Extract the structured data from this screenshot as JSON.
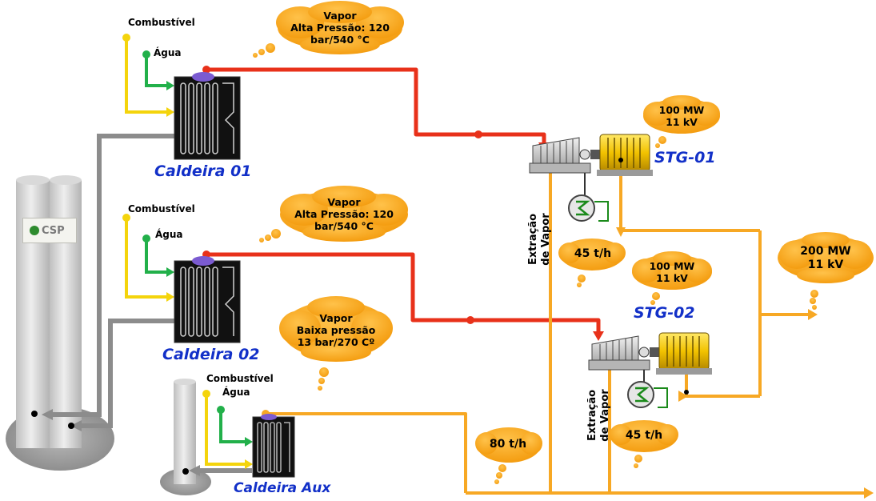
{
  "logo": {
    "text": "CSP"
  },
  "caldeira_01": {
    "name": "Caldeira 01",
    "combustivel": "Combustível",
    "agua": "Água",
    "steam": [
      "Vapor",
      "Alta Pressão: 120",
      "bar/540 °C"
    ]
  },
  "caldeira_02": {
    "name": "Caldeira 02",
    "combustivel": "Combustível",
    "agua": "Água",
    "steam": [
      "Vapor",
      "Alta Pressão: 120",
      "bar/540 °C"
    ]
  },
  "caldeira_aux": {
    "name": "Caldeira Aux",
    "combustivel": "Combustível",
    "agua": "Água",
    "steam": [
      "Vapor",
      "Baixa pressão",
      "13 bar/270 Cº"
    ]
  },
  "stg01": {
    "name": "STG-01",
    "power": [
      "100 MW",
      "11 kV"
    ],
    "extraction": [
      "Extração",
      "de Vapor"
    ],
    "flow": "45 t/h"
  },
  "stg02": {
    "name": "STG-02",
    "power": [
      "100 MW",
      "11 kV"
    ],
    "extraction": [
      "Extração",
      "de Vapor"
    ],
    "flow": "45 t/h"
  },
  "total_power": [
    "200 MW",
    "11 kV"
  ],
  "aux_flow": "80 t/h",
  "colors": {
    "hp_steam": "#e8311a",
    "lp_steam": "#f7a824",
    "combustivel": "#f4d40c",
    "agua": "#22b04a",
    "exhaust": "#8c8c8c",
    "cloud": "#f6a20f",
    "caption": "#1230c8"
  }
}
